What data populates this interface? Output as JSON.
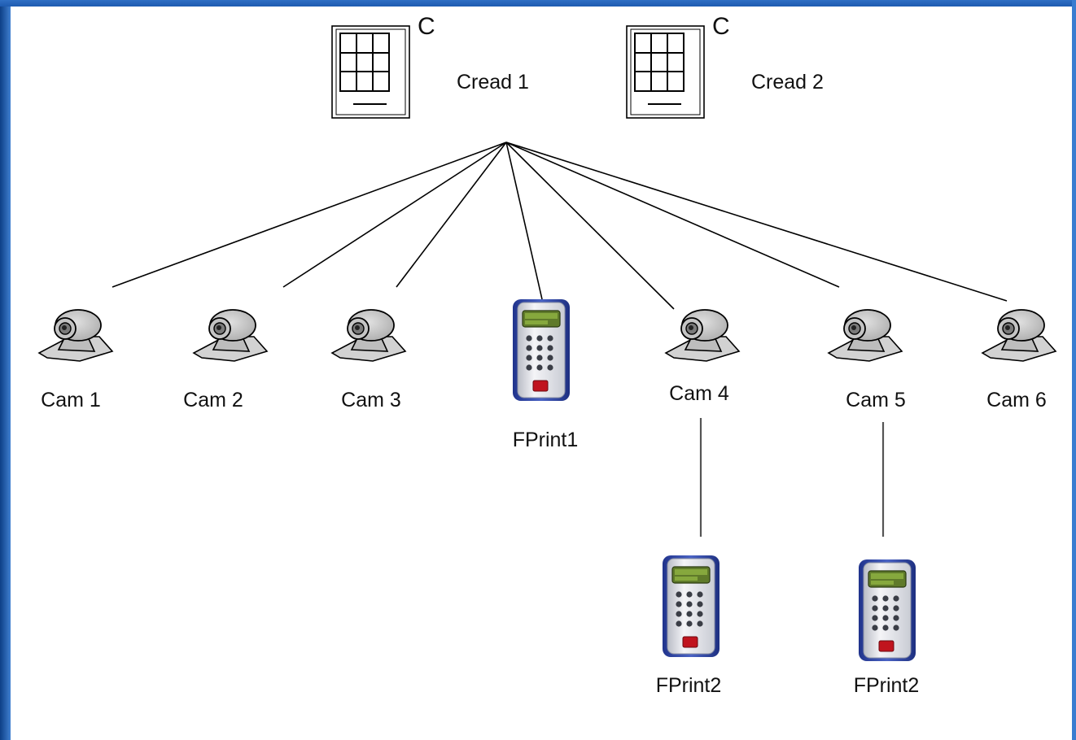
{
  "colors": {
    "slide_border": "#1f5fa8",
    "camera_fill": "#c8c8c8",
    "reader_body": "#e8e8ec",
    "reader_frame": "#2a3f9d",
    "reader_screen": "#5f7a2a",
    "fingerprint_pad": "#c0141e"
  },
  "controllers": [
    {
      "label": "Cread 1",
      "badge": "C",
      "icon": "keypad-controller-icon"
    },
    {
      "label": "Cread 2",
      "badge": "C",
      "icon": "keypad-controller-icon"
    }
  ],
  "cameras": [
    {
      "label": "Cam 1",
      "icon": "webcam-icon"
    },
    {
      "label": "Cam 2",
      "icon": "webcam-icon"
    },
    {
      "label": "Cam 3",
      "icon": "webcam-icon"
    },
    {
      "label": "Cam 4",
      "icon": "webcam-icon"
    },
    {
      "label": "Cam 5",
      "icon": "webcam-icon"
    },
    {
      "label": "Cam 6",
      "icon": "webcam-icon"
    }
  ],
  "fingerprint_readers": [
    {
      "label": "FPrint1",
      "icon": "fingerprint-reader-icon"
    },
    {
      "label": "FPrint2",
      "icon": "fingerprint-reader-icon"
    },
    {
      "label": "FPrint2",
      "icon": "fingerprint-reader-icon"
    }
  ]
}
